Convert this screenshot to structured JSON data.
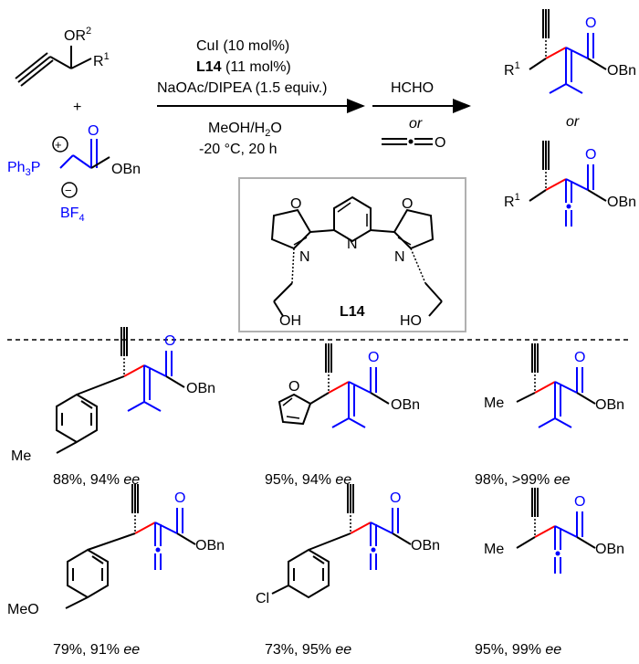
{
  "colors": {
    "blue": "#0000ff",
    "red": "#ff0000",
    "black": "#000000",
    "box": "#b0b0b0"
  },
  "reactant_alkyne": {
    "or2": "OR",
    "or2_sup": "2",
    "r1": "R",
    "r1_sup": "1"
  },
  "plus_sign": "+",
  "ylide": {
    "ph3": "Ph",
    "ph3_sub": "3",
    "p": "P",
    "plus": "+",
    "o": "O",
    "obn": "OBn",
    "minus": "−",
    "bf": "BF",
    "bf_sub": "4"
  },
  "conditions": {
    "line1": "CuI (10 mol%)",
    "line2_bold": "L14",
    "line2_rest": " (11 mol%)",
    "line3": "NaOAc/DIPEA (1.5 equiv.)",
    "line4_a": "MeOH/H",
    "line4_sub": "2",
    "line4_b": "O",
    "line5": "-20 °C, 20 h"
  },
  "reagents2": {
    "formaldehyde": "HCHO",
    "or": "or",
    "ketene_o": "O"
  },
  "products": {
    "r1": "R",
    "r1_sup": "1",
    "o": "O",
    "obn": "OBn",
    "or": "or"
  },
  "ligand": {
    "name": "L14",
    "o": "O",
    "n": "N",
    "oh_left": "OH",
    "oh_right": "HO"
  },
  "examples": [
    {
      "substituent": "Me",
      "yield": "88%, 94% ",
      "ee": "ee"
    },
    {
      "substituent": "O",
      "yield": "95%, 94% ",
      "ee": "ee"
    },
    {
      "substituent": "Me",
      "yield": "98%, >99% ",
      "ee": "ee"
    },
    {
      "substituent": "MeO",
      "yield": "79%, 91% ",
      "ee": "ee"
    },
    {
      "substituent": "Cl",
      "yield": "73%, 95% ",
      "ee": "ee"
    },
    {
      "substituent": "Me",
      "yield": "95%, 99% ",
      "ee": "ee"
    }
  ],
  "example_labels": {
    "o": "O",
    "obn": "OBn"
  }
}
